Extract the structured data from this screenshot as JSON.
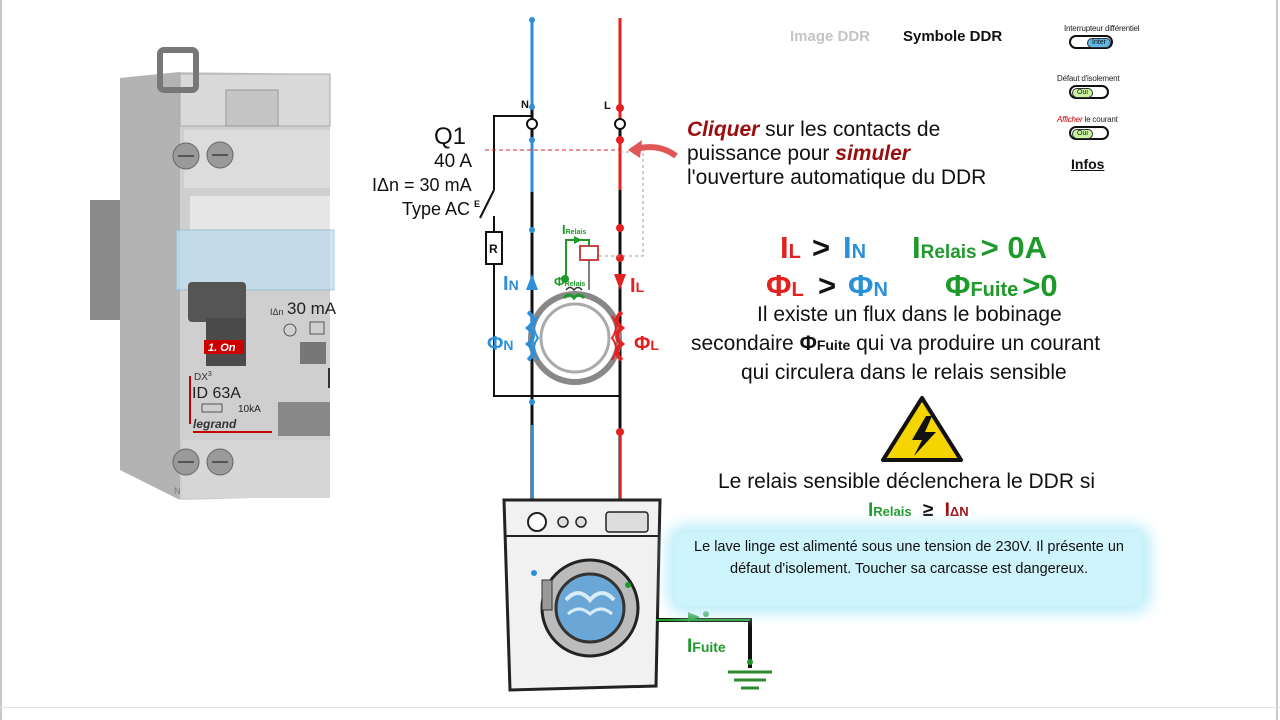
{
  "nav": {
    "image_ddr": "Image DDR",
    "symbole_ddr": "Symbole DDR"
  },
  "controls": {
    "interrupteur_label": "Interrupteur différentiel",
    "interrupteur_state": "Inter",
    "defaut_label": "Défaut d'isolement",
    "defaut_state": "Oui",
    "afficher_word": "Afficher",
    "courant_rest": " le courant",
    "courant_state": "Oui",
    "infos": "Infos"
  },
  "device": {
    "switch_label": "1. On",
    "brand": "legrand",
    "dx": "DX",
    "dx_sup": "3",
    "model": "ID 63A",
    "rating": "30 mA",
    "break_capacity": "10kA",
    "idn_symbol": "IΔn",
    "bottom_n": "N"
  },
  "schematic": {
    "q1": "Q1",
    "q1_rating": "40 A",
    "idn_label": "IΔn = 30 mA",
    "type": "Type AC",
    "e": "E",
    "relay": "R",
    "n": "N",
    "l": "L",
    "irelais_sub": "Relais",
    "ifuite_sub": "Fuite",
    "in": "IN",
    "il": "IL",
    "phi_n": "ΦN",
    "phi_l": "ΦL"
  },
  "instruction": {
    "w1": "Cliquer",
    "w2": " sur les contacts de",
    "w3": "puissance pour ",
    "w4": "simuler",
    "w5": "l'ouverture automatique du DDR"
  },
  "equations": {
    "i": "I",
    "l": "L",
    "n": "N",
    "gt": ">",
    "relais": "Relais",
    "fuite": "Fuite",
    "zero_a": "> 0A",
    "zero": ">0",
    "phi": "Φ"
  },
  "explanation": {
    "line1": "Il existe un flux dans le bobinage",
    "line2a": "secondaire ",
    "line2b": "Φ",
    "line2c": "Fuite",
    "line2d": " qui va produire un courant",
    "line3": "qui circulera dans le relais sensible"
  },
  "trip": {
    "line1": "Le relais sensible déclenchera le DDR si",
    "ge": "≥",
    "delta_n": "ΔN"
  },
  "info_box": "Le lave linge est alimenté sous une tension de 230V. Il présente un défaut d'isolement. Toucher sa carcasse est dangereux.",
  "colors": {
    "neutral_blue": "#2b8fd9",
    "line_red": "#e32121",
    "relais_green": "#1e9a2a",
    "dark_red": "#9b0d0d"
  }
}
